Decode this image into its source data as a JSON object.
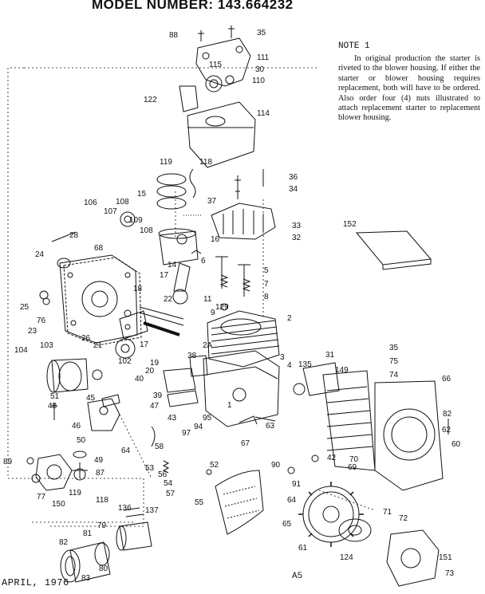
{
  "header": {
    "model_label": "MODEL NUMBER:",
    "model_number": "143.664232"
  },
  "note": {
    "title": "NOTE 1",
    "body": "In original production the starter is riveted to the blower housing. If either the starter or blower housing requires replacement, both will have to be ordered. Also order four (4) nuts illustrated to attach replacement starter to replacement blower housing."
  },
  "footer": {
    "date": "APRIL, 1976",
    "code": "A5"
  },
  "part_numbers": [
    "88",
    "35",
    "111",
    "115",
    "30",
    "110",
    "122",
    "114",
    "119",
    "118",
    "36",
    "34",
    "37",
    "106",
    "108",
    "107",
    "109",
    "15",
    "28",
    "68",
    "108",
    "33",
    "32",
    "152",
    "24",
    "16",
    "14",
    "6",
    "5",
    "17",
    "7",
    "18",
    "8",
    "22",
    "11",
    "25",
    "76",
    "129",
    "9",
    "23",
    "26",
    "2",
    "104",
    "103",
    "21",
    "17",
    "2A",
    "102",
    "3",
    "4",
    "31",
    "35",
    "75",
    "135",
    "149",
    "74",
    "66",
    "19",
    "20",
    "38",
    "40",
    "1",
    "39",
    "45",
    "51",
    "48",
    "47",
    "46",
    "43",
    "95",
    "97",
    "94",
    "63",
    "82",
    "64",
    "62",
    "60",
    "50",
    "49",
    "58",
    "67",
    "42",
    "70",
    "69",
    "89",
    "87",
    "53",
    "52",
    "90",
    "91",
    "56",
    "54",
    "57",
    "55",
    "77",
    "150",
    "119",
    "118",
    "136",
    "137",
    "64",
    "71",
    "72",
    "79",
    "81",
    "65",
    "61",
    "124",
    "82",
    "80",
    "83",
    "73",
    "151"
  ]
}
